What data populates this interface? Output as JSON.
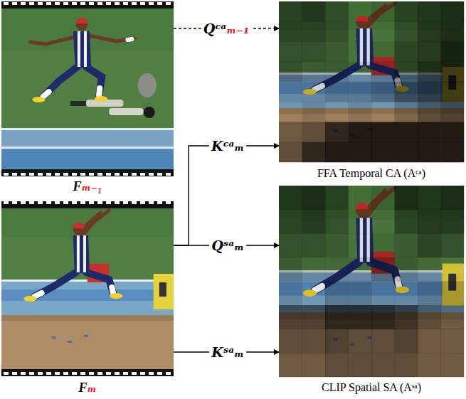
{
  "diagram": {
    "nodes": [
      {
        "text": [
          "Fₘ₋₁"
        ]
      },
      {
        "text": [
          "FFA Temporal CA (Aᶜᵃ)"
        ]
      },
      {
        "text": [
          "Fₘ"
        ]
      },
      {
        "text": [
          "CLIP Spatial SA (Aˢᵃ)"
        ]
      }
    ],
    "edges": [
      {
        "from": 0,
        "to": 1,
        "label": "Qᶜᵃₘ₋₁",
        "arrow": "to"
      },
      {
        "from": 2,
        "to": 1,
        "label": "Kᶜᵃₘ",
        "arrow": "to"
      },
      {
        "from": 2,
        "to": 3,
        "label": "Qˢᵃₘ",
        "arrow": "to"
      },
      {
        "from": 2,
        "to": 3,
        "label": "Kˢᵃₘ",
        "arrow": "to"
      }
    ]
  }
}
